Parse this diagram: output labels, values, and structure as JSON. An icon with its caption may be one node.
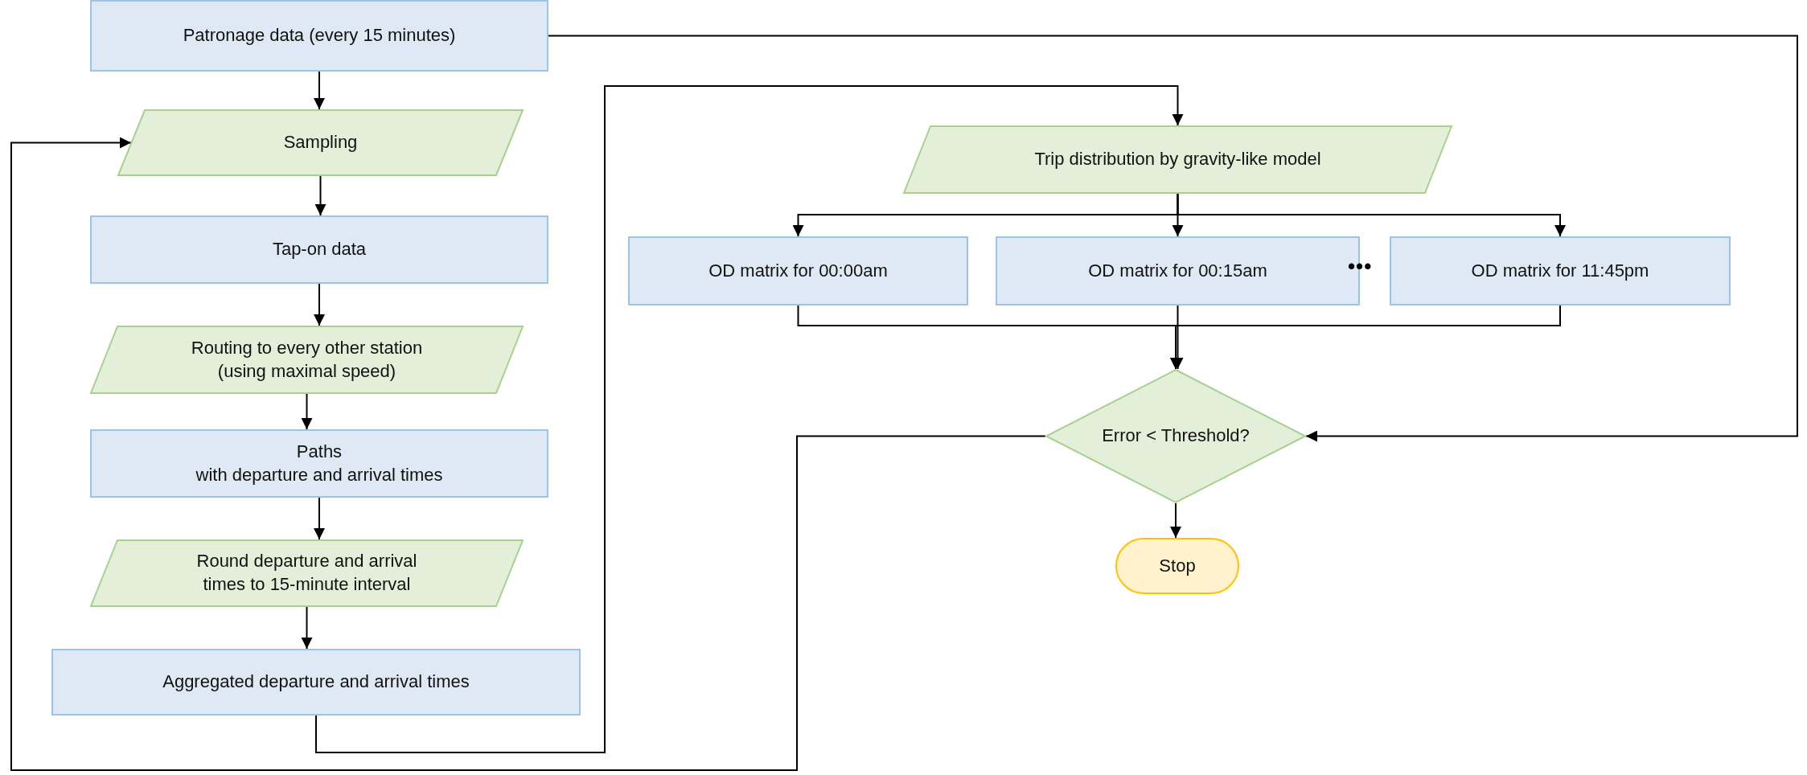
{
  "diagram": {
    "nodes": [
      {
        "text": [
          "Patronage data (every 15 minutes)"
        ]
      },
      {
        "text": [
          "Sampling"
        ]
      },
      {
        "text": [
          "Tap-on data"
        ]
      },
      {
        "text": [
          "Routing to every other station (using maximal speed)"
        ]
      },
      {
        "text": [
          "Paths",
          "with departure and arrival times"
        ]
      },
      {
        "text": [
          "Round departure and arrival times to 15-minute interval"
        ]
      },
      {
        "text": [
          "Aggregated departure and arrival times"
        ]
      },
      {
        "text": [
          "Trip distribution by gravity-like model"
        ]
      },
      {
        "text": [
          "OD matrix for 00:00am"
        ]
      },
      {
        "text": [
          "OD matrix for 00:15am"
        ]
      },
      {
        "text": [
          "OD matrix for 11:45pm"
        ]
      },
      {
        "text": [
          "Error < Threshold?"
        ]
      },
      {
        "text": [
          "Stop"
        ]
      }
    ],
    "edges": [
      {
        "from": 0,
        "to": 1,
        "arrow": "to"
      },
      {
        "from": 1,
        "to": 2,
        "arrow": "to"
      },
      {
        "from": 2,
        "to": 3,
        "arrow": "to"
      },
      {
        "from": 3,
        "to": 4,
        "arrow": "to"
      },
      {
        "from": 4,
        "to": 5,
        "arrow": "to"
      },
      {
        "from": 5,
        "to": 6,
        "arrow": "to"
      },
      {
        "from": 6,
        "to": 7,
        "arrow": "to"
      },
      {
        "from": 7,
        "to": 8,
        "arrow": "to"
      },
      {
        "from": 7,
        "to": 9,
        "arrow": "to"
      },
      {
        "from": 7,
        "to": 10,
        "arrow": "to"
      },
      {
        "from": 8,
        "to": 11,
        "arrow": "to"
      },
      {
        "from": 9,
        "to": 11,
        "arrow": "to"
      },
      {
        "from": 10,
        "to": 11,
        "arrow": "to"
      },
      {
        "from": 0,
        "to": 11,
        "arrow": "to"
      },
      {
        "from": 11,
        "to": 1,
        "arrow": "to"
      },
      {
        "from": 11,
        "to": 12,
        "arrow": "to"
      }
    ],
    "labels": [
      "•••"
    ]
  }
}
